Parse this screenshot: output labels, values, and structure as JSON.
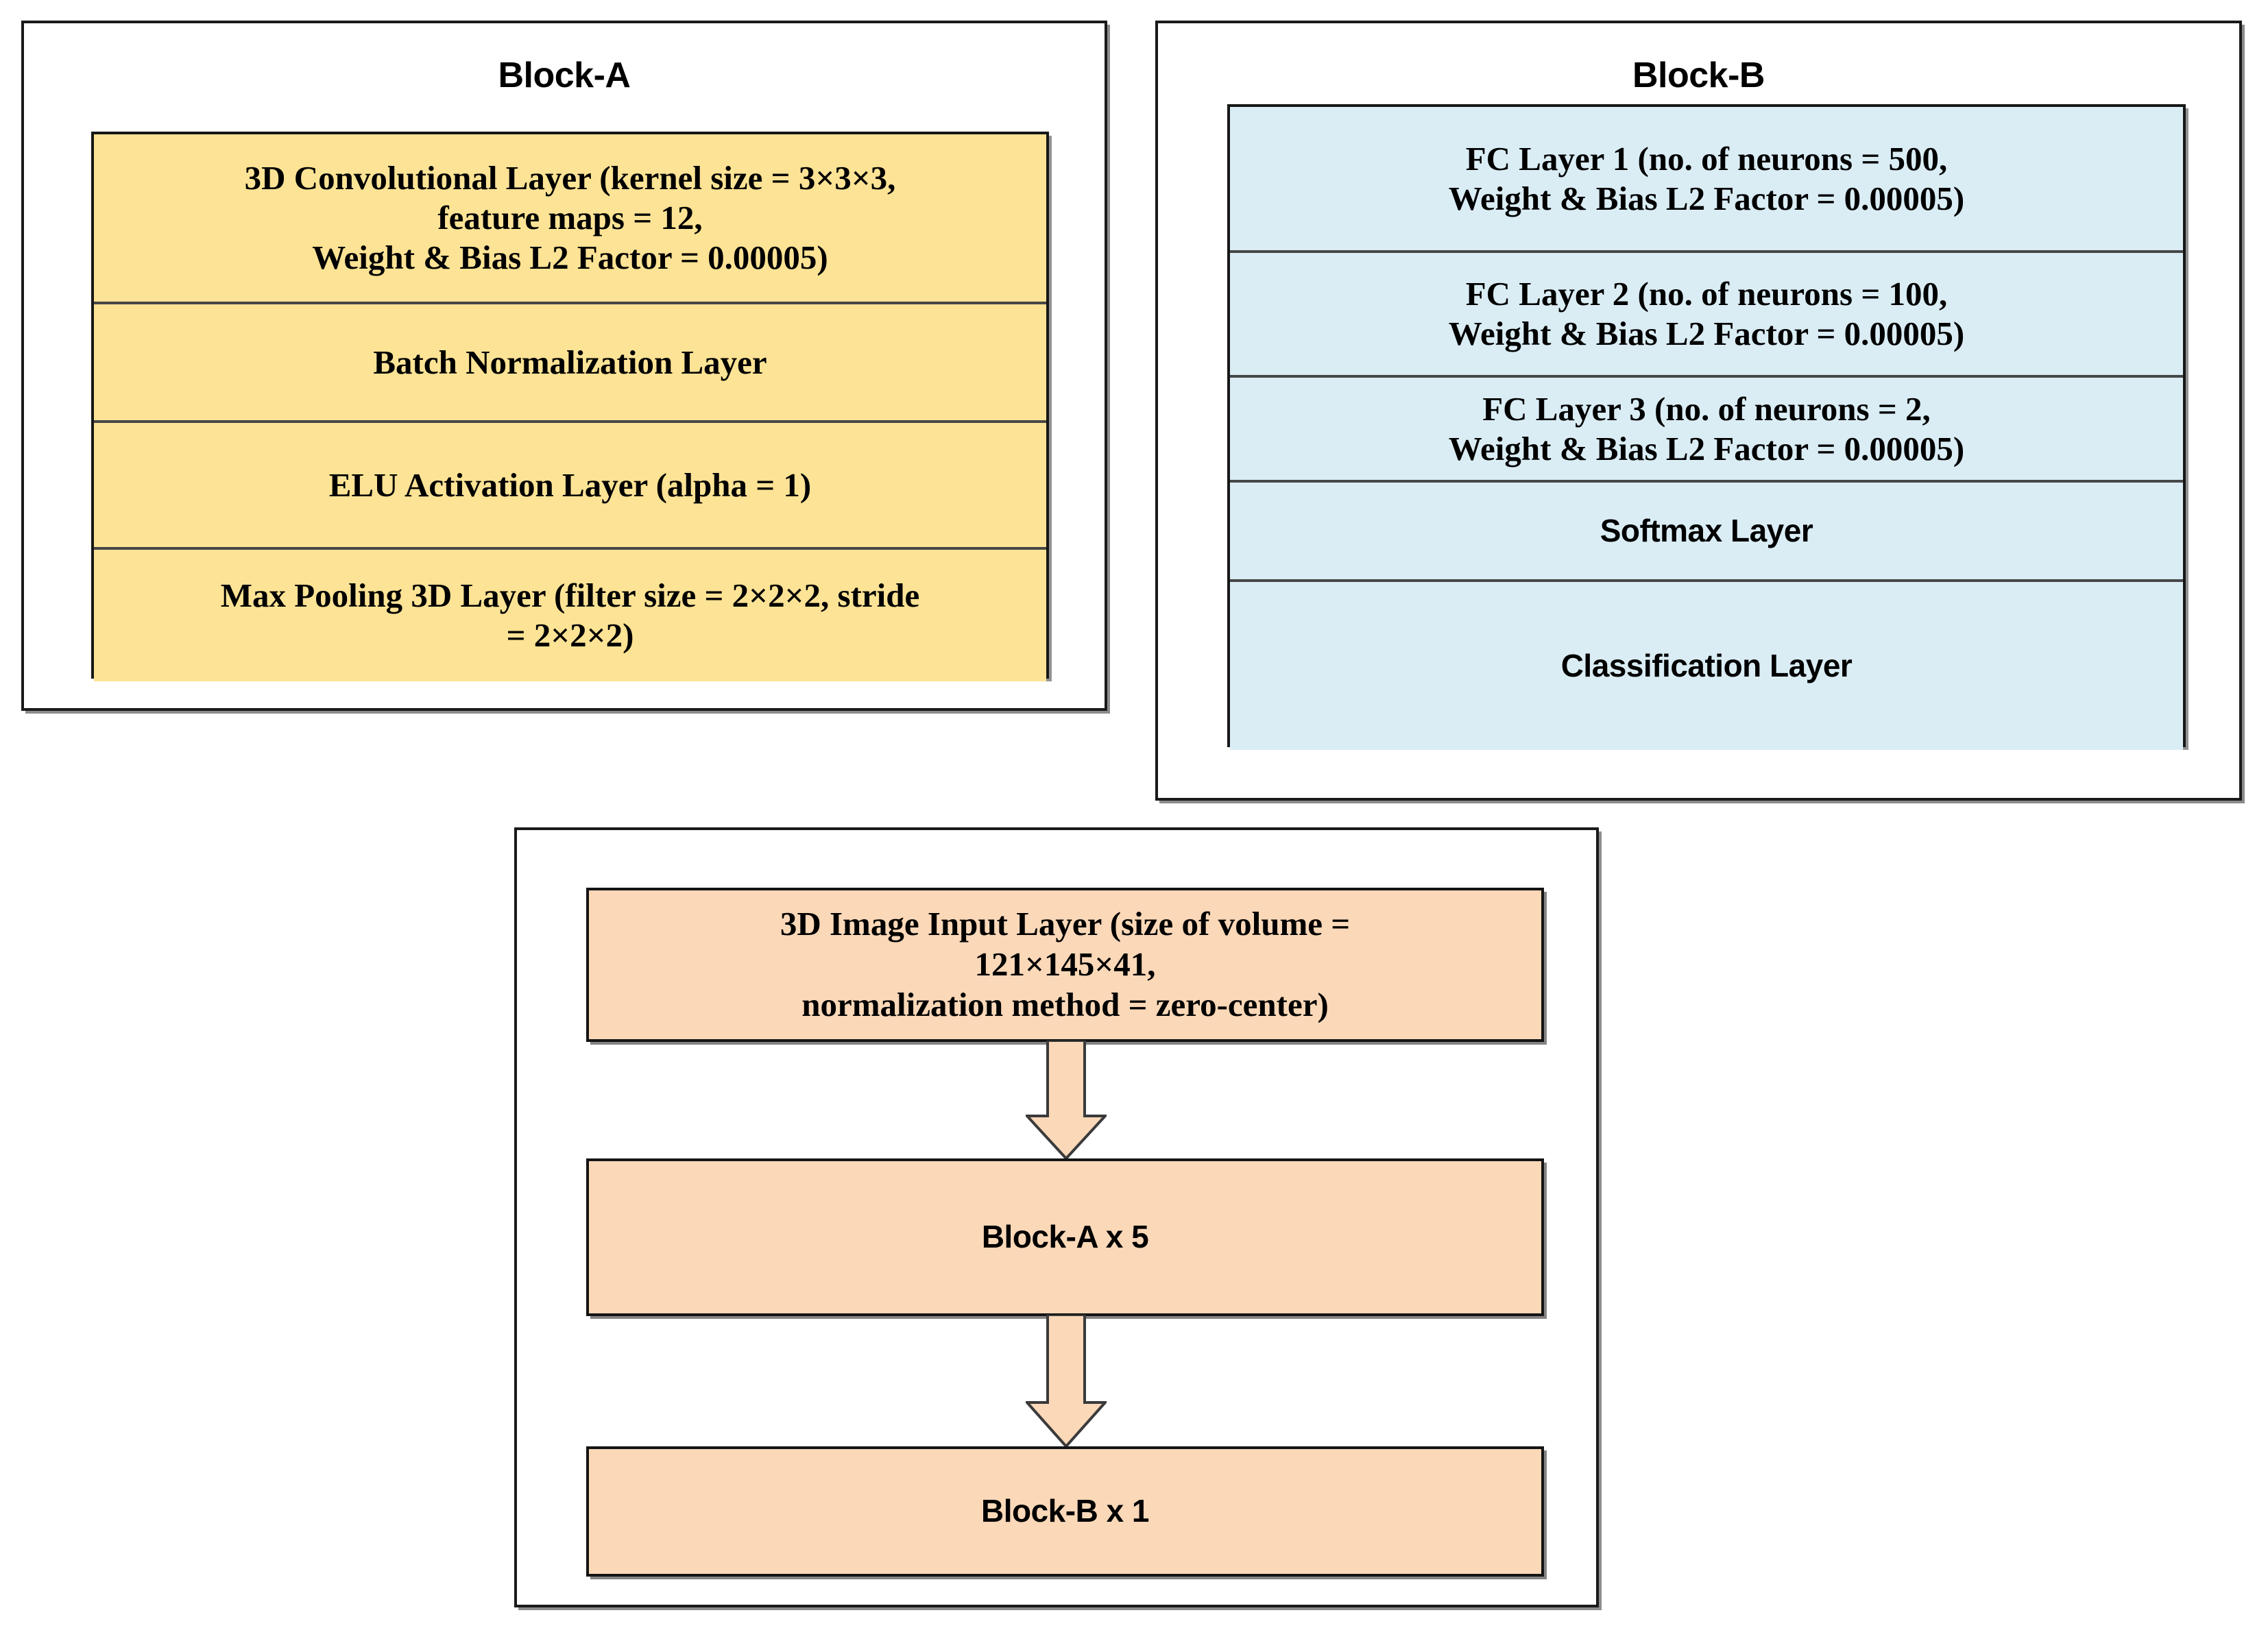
{
  "colors": {
    "block_a_fill": "#FDE395",
    "block_b_fill": "#DAEDF5",
    "flow_fill": "#FAD8B8",
    "border": "#141414",
    "row_divider": "#474747",
    "page_background": "#FFFFFF"
  },
  "block_a": {
    "title": "Block-A",
    "rows": [
      {
        "text": "3D Convolutional Layer (kernel size = 3×3×3, feature maps = 12, Weight & Bias L2 Factor = 0.00005)",
        "lines": [
          "3D Convolutional Layer (kernel size = 3×3×3,",
          "feature maps = 12,",
          "Weight & Bias L2 Factor = 0.00005)"
        ],
        "name": "conv3d-layer"
      },
      {
        "text": "Batch Normalization Layer",
        "lines": [
          "Batch Normalization Layer"
        ],
        "name": "batch-normalization-layer"
      },
      {
        "text": "ELU Activation Layer (alpha = 1)",
        "lines": [
          "ELU Activation Layer (alpha = 1)"
        ],
        "name": "elu-activation-layer"
      },
      {
        "text": "Max Pooling 3D Layer (filter size = 2×2×2, stride = 2×2×2)",
        "lines": [
          "Max Pooling 3D Layer (filter size = 2×2×2, stride",
          "= 2×2×2)"
        ],
        "name": "max-pooling-3d-layer"
      }
    ]
  },
  "block_b": {
    "title": "Block-B",
    "rows": [
      {
        "text": "FC Layer 1 (no. of neurons = 500, Weight & Bias L2 Factor = 0.00005)",
        "lines": [
          "FC Layer 1 (no. of neurons = 500,",
          "Weight & Bias L2 Factor = 0.00005)"
        ],
        "name": "fc-layer-1"
      },
      {
        "text": "FC Layer 2 (no. of neurons = 100, Weight & Bias L2 Factor = 0.00005)",
        "lines": [
          "FC Layer 2 (no. of neurons = 100,",
          "Weight & Bias L2 Factor = 0.00005)"
        ],
        "name": "fc-layer-2"
      },
      {
        "text": "FC Layer 3 (no. of neurons = 2, Weight & Bias L2 Factor = 0.00005)",
        "lines": [
          "FC Layer 3 (no. of neurons = 2,",
          "Weight & Bias L2 Factor = 0.00005)"
        ],
        "name": "fc-layer-3"
      },
      {
        "text": "Softmax Layer",
        "lines": [
          "Softmax Layer"
        ],
        "name": "softmax-layer"
      },
      {
        "text": "Classification Layer",
        "lines": [
          "Classification Layer"
        ],
        "name": "classification-layer"
      }
    ]
  },
  "network_flow": {
    "input_layer": {
      "text": "3D Image Input Layer (size of volume = 121×145×41, normalization method = zero-center)",
      "lines": [
        "3D Image Input Layer (size of volume =",
        "121×145×41,",
        "normalization method = zero-center)"
      ]
    },
    "stage_a": "Block-A x 5",
    "stage_b": "Block-B x 1",
    "arrow_1": "down-arrow",
    "arrow_2": "down-arrow"
  }
}
